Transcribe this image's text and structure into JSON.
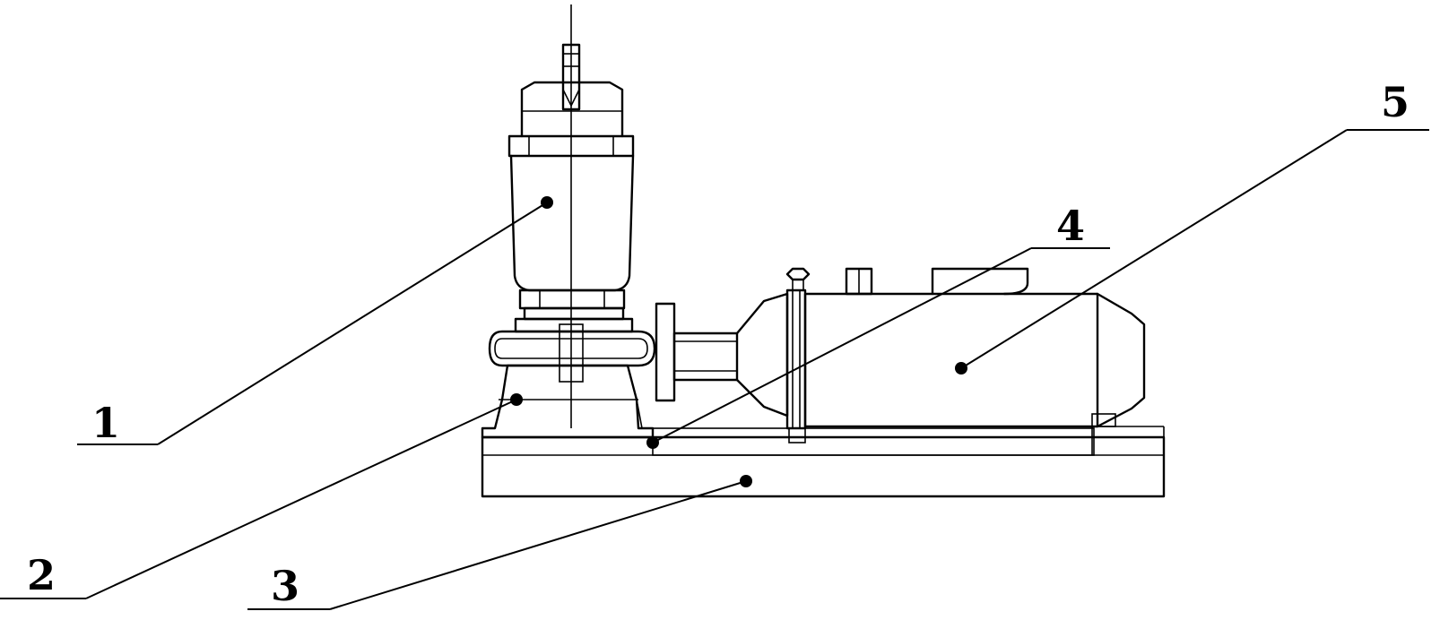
{
  "diagram": {
    "title": "",
    "callouts": [
      {
        "id": "1",
        "label": "1"
      },
      {
        "id": "2",
        "label": "2"
      },
      {
        "id": "3",
        "label": "3"
      },
      {
        "id": "4",
        "label": "4"
      },
      {
        "id": "5",
        "label": "5"
      }
    ]
  },
  "colors": {
    "line": "#000000",
    "background": "#ffffff"
  }
}
